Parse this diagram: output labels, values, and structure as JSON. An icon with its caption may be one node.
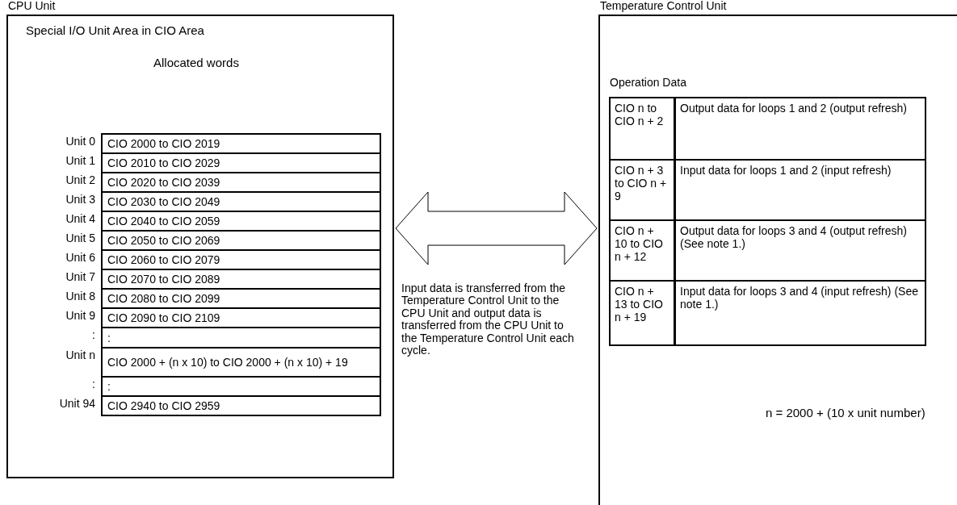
{
  "diagram": {
    "nodes": [
      {
        "text": [
          "CPU Unit",
          "Special I/O Unit Area in CIO Area",
          "Allocated words"
        ]
      },
      {
        "text": [
          "CIO 2000 to CIO 2019"
        ],
        "in": 0,
        "beside": [
          "Unit 0"
        ]
      },
      {
        "text": [
          "CIO 2010 to CIO 2029"
        ],
        "in": 0,
        "beside": [
          "Unit 1"
        ]
      },
      {
        "text": [
          "CIO 2020 to CIO 2039"
        ],
        "in": 0,
        "beside": [
          "Unit 2"
        ]
      },
      {
        "text": [
          "CIO 2030 to CIO 2049"
        ],
        "in": 0,
        "beside": [
          "Unit 3"
        ]
      },
      {
        "text": [
          "CIO 2040 to CIO 2059"
        ],
        "in": 0,
        "beside": [
          "Unit 4"
        ]
      },
      {
        "text": [
          "CIO 2050 to CIO 2069"
        ],
        "in": 0,
        "beside": [
          "Unit 5"
        ]
      },
      {
        "text": [
          "CIO 2060 to CIO 2079"
        ],
        "in": 0,
        "beside": [
          "Unit 6"
        ]
      },
      {
        "text": [
          "CIO 2070 to CIO 2089"
        ],
        "in": 0,
        "beside": [
          "Unit 7"
        ]
      },
      {
        "text": [
          "CIO 2080 to CIO 2099"
        ],
        "in": 0,
        "beside": [
          "Unit 8"
        ]
      },
      {
        "text": [
          "CIO 2090 to CIO 2109"
        ],
        "in": 0,
        "beside": [
          "Unit 9"
        ]
      },
      {
        "text": [
          ":"
        ],
        "in": 0,
        "beside": [
          ":"
        ]
      },
      {
        "text": [
          "CIO 2000 + (n x 10) to CIO 2000 + (n x 10) + 19"
        ],
        "in": 0,
        "beside": [
          "Unit n"
        ]
      },
      {
        "text": [
          ":"
        ],
        "in": 0,
        "beside": [
          ":"
        ]
      },
      {
        "text": [
          "CIO 2940 to CIO 2959"
        ],
        "in": 0,
        "beside": [
          "Unit 94"
        ]
      },
      {
        "text": [
          "Temperature Control Unit",
          "Operation Data",
          "n = 2000 + (10 x unit number)"
        ]
      },
      {
        "text": [
          "CIO n to CIO n + 2"
        ],
        "in": 15
      },
      {
        "text": [
          "Output data for loops 1 and 2 (output refresh)"
        ],
        "in": 15
      },
      {
        "text": [
          "CIO n + 3 to CIO n + 9"
        ],
        "in": 15
      },
      {
        "text": [
          "Input data for loops 1 and 2 (input refresh)"
        ],
        "in": 15
      },
      {
        "text": [
          "CIO n + 10 to CIO n + 12"
        ],
        "in": 15
      },
      {
        "text": [
          "Output data for loops 3 and 4 (output refresh) (See note 1.)"
        ],
        "in": 15
      },
      {
        "text": [
          "CIO n + 13 to CIO n + 19"
        ],
        "in": 15
      },
      {
        "text": [
          "Input data for loops 3 and 4 (input refresh) (See note 1.)"
        ],
        "in": 15
      }
    ],
    "edges": [
      {
        "from": 0,
        "to": 15,
        "arrow": "both"
      }
    ],
    "labels": [
      "Input data is transferred from the Temperature Control Unit to the CPU Unit and output data is transferred from the CPU Unit to the Temperature Control Unit each cycle."
    ]
  }
}
